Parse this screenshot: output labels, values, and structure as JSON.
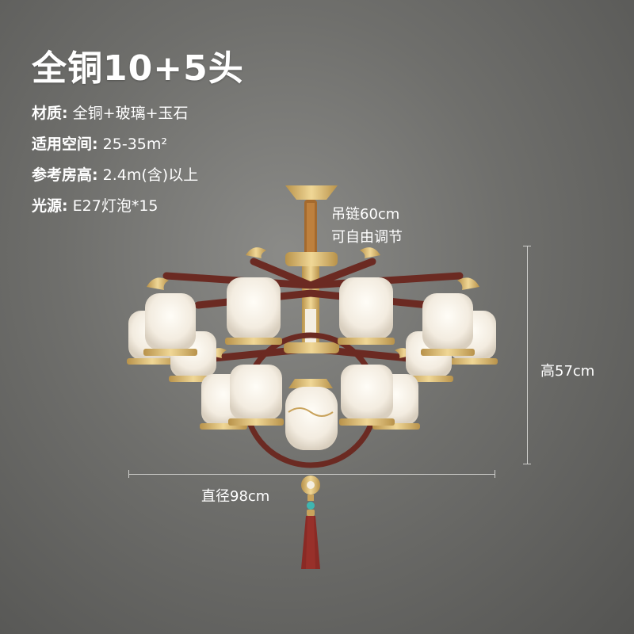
{
  "product": {
    "title": "全铜10+5头"
  },
  "specs": [
    {
      "label": "材质:",
      "value": "全铜+玻璃+玉石"
    },
    {
      "label": "适用空间:",
      "value": "25-35m²"
    },
    {
      "label": "参考房高:",
      "value": "2.4m(含)以上"
    },
    {
      "label": "光源:",
      "value": "E27灯泡*15"
    }
  ],
  "dimensions": {
    "chain_line1": "吊链60cm",
    "chain_line2": "可自由调节",
    "height": "高57cm",
    "diameter": "直径98cm"
  },
  "colors": {
    "brass": "#d8b66a",
    "wood": "#6b2a22",
    "glass": "#f4eee2",
    "tassel": "#8a2a25",
    "bead": "#3fb6b0"
  }
}
